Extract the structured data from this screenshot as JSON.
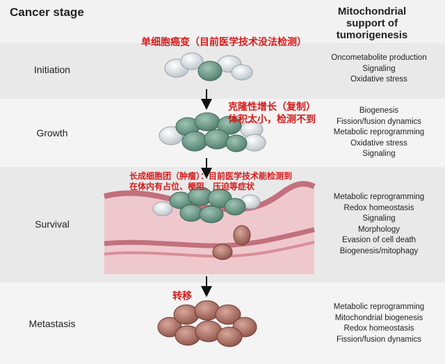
{
  "header": {
    "left_title": "Cancer stage",
    "right_title_lines": [
      "Mitochondrial",
      "support of",
      "tumorigenesis"
    ]
  },
  "stages": [
    {
      "name": "Initiation",
      "annotation_lines": [
        "单细胞癌变（目前医学技术没法检测）"
      ],
      "support": [
        "Oncometabolite production",
        "Signaling",
        "Oxidative stress"
      ]
    },
    {
      "name": "Growth",
      "annotation_lines": [
        "克隆性增长（复制）",
        "体积太小，检测不到"
      ],
      "support": [
        "Biogenesis",
        "Fission/fusion dynamics",
        "Metabolic reprogramming",
        "Oxidative stress",
        "Signaling"
      ]
    },
    {
      "name": "Survival",
      "annotation_lines": [
        "长成细胞团（肿瘤）：目前医学技术能检测到",
        "在体内有占位、梗阻、压迫等症状"
      ],
      "support": [
        "Metabolic reprogramming",
        "Redox homeostasis",
        "Signaling",
        "Morphology",
        "Evasion of cell death",
        "Biogenesis/mitophagy"
      ]
    },
    {
      "name": "Metastasis",
      "annotation_lines": [
        "转移"
      ],
      "support": [
        "Metabolic reprogramming",
        "Mitochondrial biogenesis",
        "Redox homeostasis",
        "Fission/fusion dynamics"
      ]
    }
  ],
  "colors": {
    "annotation_red": "#d61b1b",
    "normal_cell": "#d7dde2",
    "tumor_cell": "#6f9c8a",
    "vessel": "#e8a3ad",
    "metastatic_cell": "#b07468"
  }
}
